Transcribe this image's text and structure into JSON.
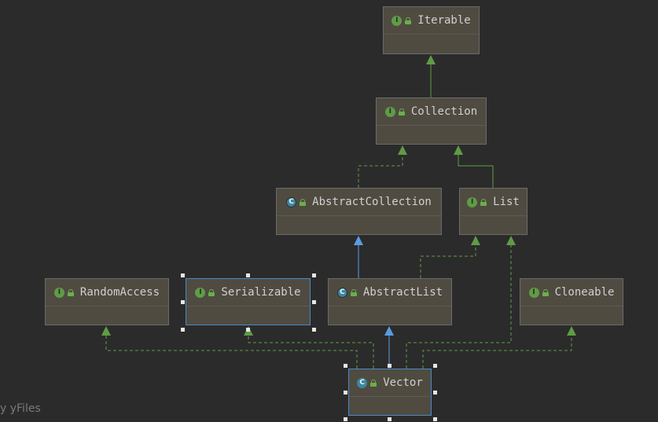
{
  "diagram": {
    "nodes": {
      "iterable": {
        "label": "Iterable",
        "kind": "interface",
        "badge": "I"
      },
      "collection": {
        "label": "Collection",
        "kind": "interface",
        "badge": "I"
      },
      "abstract_collection": {
        "label": "AbstractCollection",
        "kind": "abstract-class",
        "badge": "C"
      },
      "list": {
        "label": "List",
        "kind": "interface",
        "badge": "I"
      },
      "random_access": {
        "label": "RandomAccess",
        "kind": "interface",
        "badge": "I"
      },
      "serializable": {
        "label": "Serializable",
        "kind": "interface",
        "badge": "I"
      },
      "abstract_list": {
        "label": "AbstractList",
        "kind": "abstract-class",
        "badge": "C"
      },
      "cloneable": {
        "label": "Cloneable",
        "kind": "interface",
        "badge": "I"
      },
      "vector": {
        "label": "Vector",
        "kind": "class",
        "badge": "C"
      }
    },
    "edge_colors": {
      "implements": "#5f9c46",
      "extends_class": "#5a9ce0",
      "extends_interface": "#5f9c46"
    }
  },
  "watermark": "y yFiles"
}
